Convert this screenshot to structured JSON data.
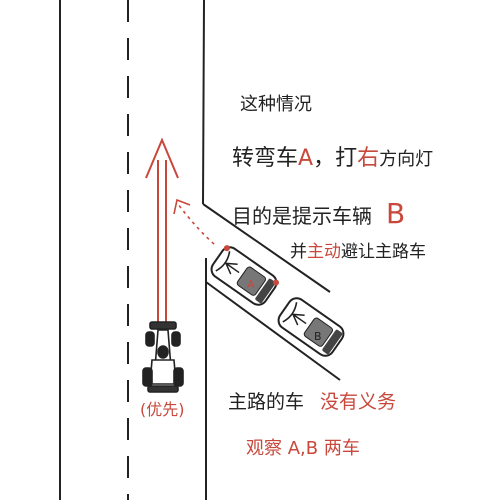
{
  "colors": {
    "ink": "#222222",
    "red": "#c8483c",
    "paper": "#ffffff"
  },
  "text": {
    "title": "这种情况",
    "line1_pre": "转弯车",
    "line1_a": "A",
    "line1_mid": "，打",
    "line1_right": "右",
    "line1_post": "方向灯",
    "line2_pre": "目的是提示车辆",
    "line2_b": "B",
    "line3_pre": "并",
    "line3_red": "主动",
    "line3_post": "避让主路车",
    "main_pre": "主路的车",
    "main_red": "没有义务",
    "bottom": "观察 A,B 两车",
    "priority": "(优先)"
  },
  "vehicles": {
    "car_a": "A",
    "car_b": "B"
  },
  "icons": {
    "race_car": "formula-car-icon",
    "arrow_up": "arrow-up-icon",
    "curved_arrow": "curved-arrow-icon"
  }
}
